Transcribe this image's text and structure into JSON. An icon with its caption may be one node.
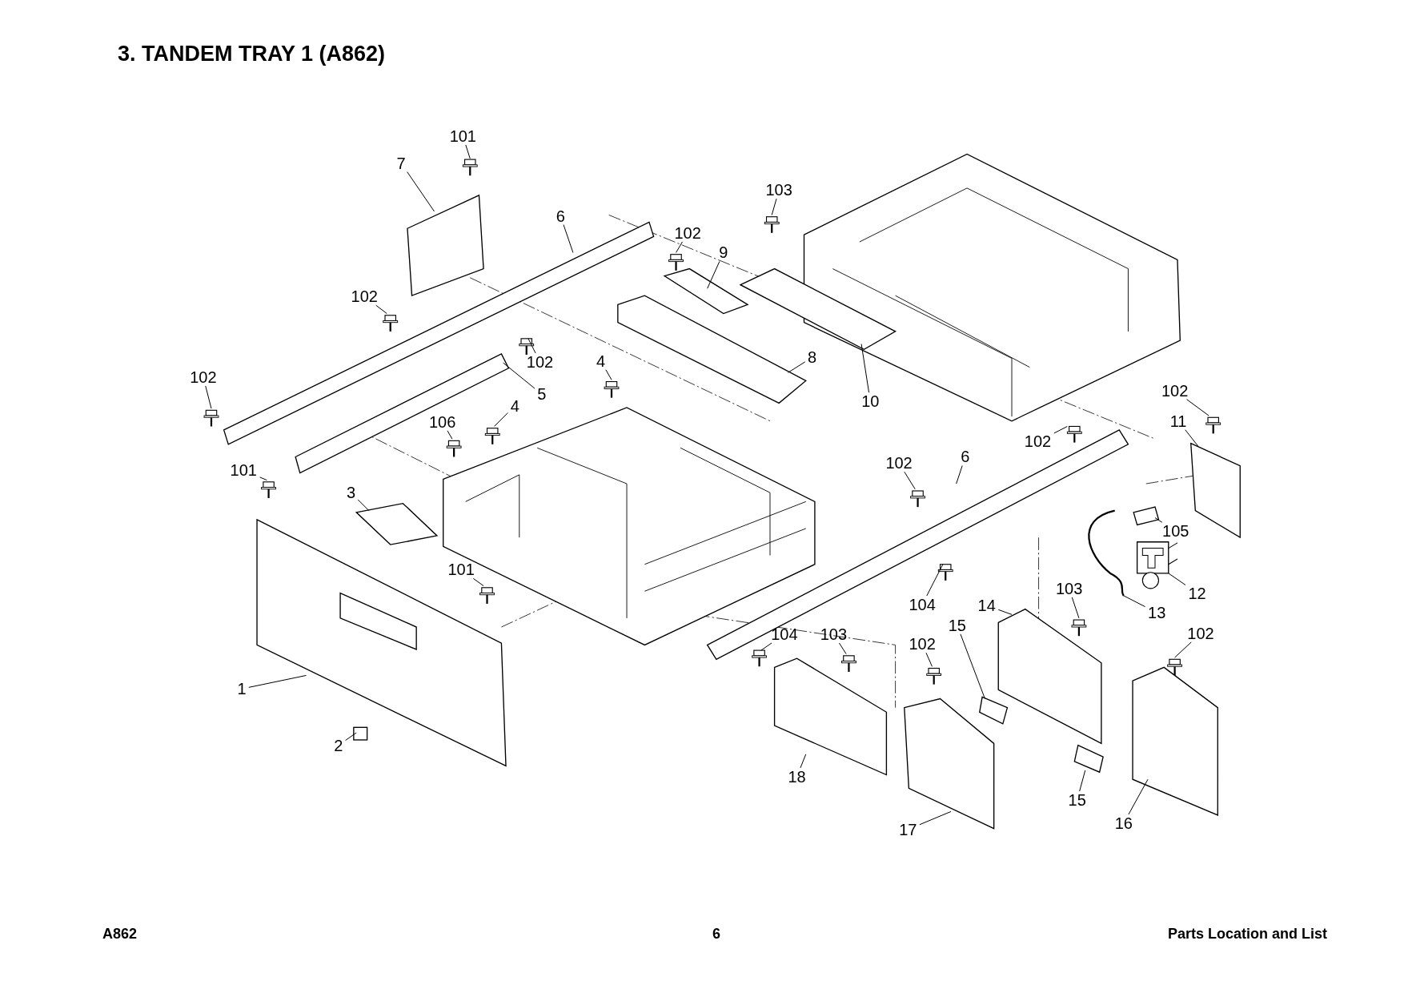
{
  "diagram": {
    "title": "3. TANDEM TRAY 1 (A862)",
    "nodes": [
      {
        "text": [
          "101"
        ]
      },
      {
        "text": [
          "7"
        ]
      },
      {
        "text": [
          "6"
        ]
      },
      {
        "text": [
          "102"
        ]
      },
      {
        "text": [
          "103"
        ]
      },
      {
        "text": [
          "9"
        ]
      },
      {
        "text": [
          "102"
        ]
      },
      {
        "text": [
          "102"
        ]
      },
      {
        "text": [
          "8"
        ]
      },
      {
        "text": [
          "10"
        ]
      },
      {
        "text": [
          "4"
        ]
      },
      {
        "text": [
          "5"
        ]
      },
      {
        "text": [
          "102"
        ]
      },
      {
        "text": [
          "106"
        ]
      },
      {
        "text": [
          "4"
        ]
      },
      {
        "text": [
          "102"
        ]
      },
      {
        "text": [
          "11"
        ]
      },
      {
        "text": [
          "102"
        ]
      },
      {
        "text": [
          "102"
        ]
      },
      {
        "text": [
          "6"
        ]
      },
      {
        "text": [
          "101"
        ]
      },
      {
        "text": [
          "3"
        ]
      },
      {
        "text": [
          "105"
        ]
      },
      {
        "text": [
          "101"
        ]
      },
      {
        "text": [
          "12"
        ]
      },
      {
        "text": [
          "103"
        ]
      },
      {
        "text": [
          "13"
        ]
      },
      {
        "text": [
          "104"
        ]
      },
      {
        "text": [
          "14"
        ]
      },
      {
        "text": [
          "104"
        ]
      },
      {
        "text": [
          "103"
        ]
      },
      {
        "text": [
          "102"
        ]
      },
      {
        "text": [
          "15"
        ]
      },
      {
        "text": [
          "102"
        ]
      },
      {
        "text": [
          "1"
        ]
      },
      {
        "text": [
          "2"
        ]
      },
      {
        "text": [
          "18"
        ]
      },
      {
        "text": [
          "15"
        ]
      },
      {
        "text": [
          "16"
        ]
      },
      {
        "text": [
          "17"
        ]
      },
      {
        "text": [],
        "shape": "picture"
      },
      {
        "text": [],
        "shape": "picture"
      },
      {
        "text": [],
        "shape": "picture"
      },
      {
        "text": [],
        "shape": "picture"
      },
      {
        "text": [],
        "shape": "picture"
      },
      {
        "text": [],
        "shape": "picture"
      },
      {
        "text": [],
        "shape": "picture"
      },
      {
        "text": [],
        "shape": "picture"
      },
      {
        "text": [],
        "shape": "picture"
      },
      {
        "text": [],
        "shape": "picture"
      },
      {
        "text": [],
        "shape": "picture"
      },
      {
        "text": [],
        "shape": "picture"
      },
      {
        "text": [],
        "shape": "picture"
      },
      {
        "text": [],
        "shape": "picture"
      },
      {
        "text": [],
        "shape": "picture"
      },
      {
        "text": [],
        "shape": "picture"
      },
      {
        "text": [],
        "shape": "picture"
      },
      {
        "text": [],
        "shape": "picture"
      },
      {
        "text": [],
        "shape": "picture"
      },
      {
        "text": [],
        "shape": "picture"
      },
      {
        "text": [],
        "shape": "picture"
      },
      {
        "text": [],
        "shape": "picture"
      },
      {
        "text": [],
        "shape": "picture"
      },
      {
        "text": [],
        "shape": "picture"
      },
      {
        "text": [],
        "shape": "picture"
      },
      {
        "text": [],
        "shape": "picture"
      },
      {
        "text": [],
        "shape": "picture"
      },
      {
        "text": [],
        "shape": "picture"
      },
      {
        "text": [],
        "shape": "picture"
      },
      {
        "text": [],
        "shape": "picture"
      },
      {
        "text": [],
        "shape": "picture"
      },
      {
        "text": [],
        "shape": "picture"
      },
      {
        "text": [],
        "shape": "picture"
      },
      {
        "text": [],
        "shape": "picture"
      },
      {
        "text": [],
        "shape": "picture"
      },
      {
        "text": [],
        "shape": "box"
      },
      {
        "text": [],
        "shape": "picture"
      },
      {
        "text": [],
        "shape": "picture"
      },
      {
        "text": [],
        "shape": "picture"
      },
      {
        "text": [],
        "shape": "picture"
      }
    ],
    "edges": [
      {
        "from": 0,
        "to": 40,
        "arrow": "none"
      },
      {
        "from": 1,
        "to": 41,
        "arrow": "none"
      },
      {
        "from": 2,
        "to": 42,
        "arrow": "none"
      },
      {
        "from": 3,
        "to": 43,
        "arrow": "none"
      },
      {
        "from": 4,
        "to": 44,
        "arrow": "none"
      },
      {
        "from": 5,
        "to": 45,
        "arrow": "none"
      },
      {
        "from": 6,
        "to": 46,
        "arrow": "none"
      },
      {
        "from": 7,
        "to": 47,
        "arrow": "none"
      },
      {
        "from": 8,
        "to": 48,
        "arrow": "none"
      },
      {
        "from": 9,
        "to": 49,
        "arrow": "none"
      },
      {
        "from": 10,
        "to": 50,
        "arrow": "none"
      },
      {
        "from": 11,
        "to": 51,
        "arrow": "none"
      },
      {
        "from": 12,
        "to": 52,
        "arrow": "none"
      },
      {
        "from": 13,
        "to": 53,
        "arrow": "none"
      },
      {
        "from": 14,
        "to": 54,
        "arrow": "none"
      },
      {
        "from": 15,
        "to": 55,
        "arrow": "none"
      },
      {
        "from": 16,
        "to": 56,
        "arrow": "none"
      },
      {
        "from": 17,
        "to": 57,
        "arrow": "none"
      },
      {
        "from": 18,
        "to": 58,
        "arrow": "none"
      },
      {
        "from": 19,
        "to": 59,
        "arrow": "none"
      },
      {
        "from": 20,
        "to": 60,
        "arrow": "none"
      },
      {
        "from": 21,
        "to": 61,
        "arrow": "none"
      },
      {
        "from": 22,
        "to": 62,
        "arrow": "none"
      },
      {
        "from": 23,
        "to": 63,
        "arrow": "none"
      },
      {
        "from": 24,
        "to": 64,
        "arrow": "none"
      },
      {
        "from": 25,
        "to": 65,
        "arrow": "none"
      },
      {
        "from": 26,
        "to": 66,
        "arrow": "none"
      },
      {
        "from": 27,
        "to": 67,
        "arrow": "none"
      },
      {
        "from": 28,
        "to": 68,
        "arrow": "none"
      },
      {
        "from": 29,
        "to": 69,
        "arrow": "none"
      },
      {
        "from": 30,
        "to": 70,
        "arrow": "none"
      },
      {
        "from": 31,
        "to": 71,
        "arrow": "none"
      },
      {
        "from": 32,
        "to": 72,
        "arrow": "none"
      },
      {
        "from": 33,
        "to": 73,
        "arrow": "none"
      },
      {
        "from": 34,
        "to": 74,
        "arrow": "none"
      },
      {
        "from": 35,
        "to": 75,
        "arrow": "none"
      },
      {
        "from": 36,
        "to": 76,
        "arrow": "none"
      },
      {
        "from": 37,
        "to": 77,
        "arrow": "none"
      },
      {
        "from": 38,
        "to": 78,
        "arrow": "none"
      },
      {
        "from": 39,
        "to": 79,
        "arrow": "none"
      }
    ],
    "labels": [
      "A862",
      "6",
      "Parts Location and List"
    ]
  }
}
